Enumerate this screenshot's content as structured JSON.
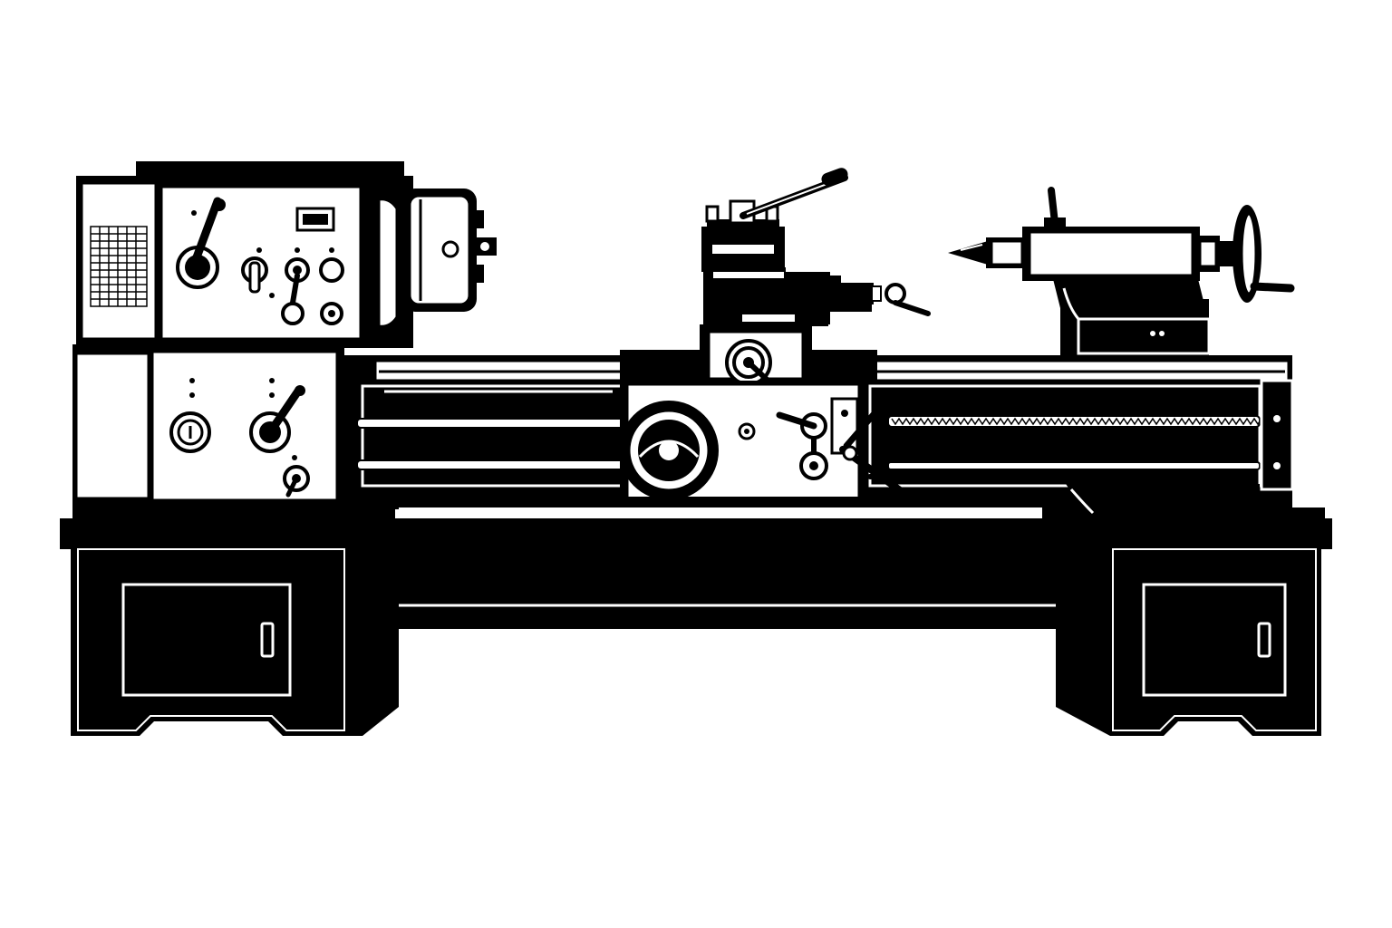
{
  "colors": {
    "background": "#ffffff",
    "ink": "#000000",
    "paper": "#ffffff"
  },
  "illustration": {
    "subject": "lathe",
    "parts": [
      "headstock",
      "gearbox",
      "chuck",
      "tool-post",
      "carriage",
      "apron",
      "tailstock",
      "bed",
      "stand"
    ]
  }
}
